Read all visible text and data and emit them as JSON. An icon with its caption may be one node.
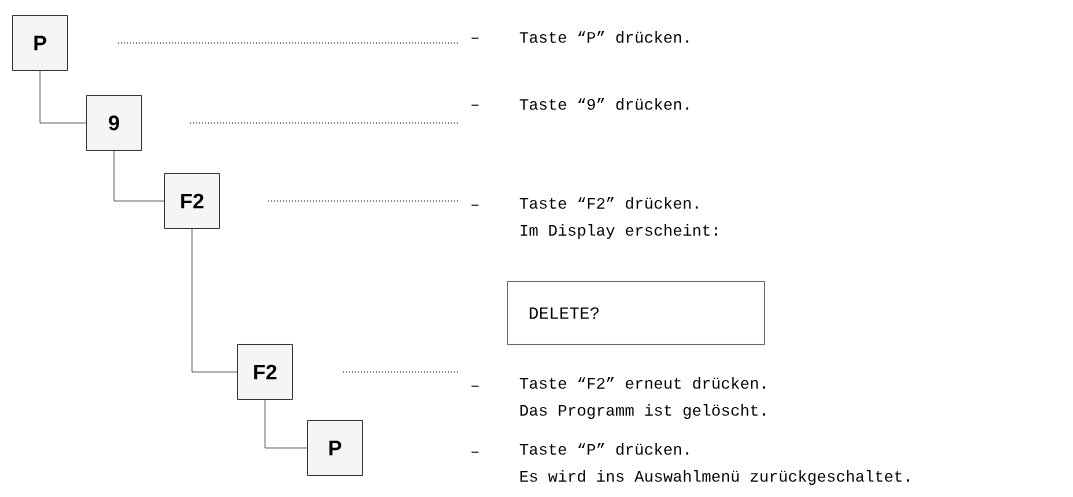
{
  "diagram": {
    "nodes": [
      {
        "text": [
          "P"
        ]
      },
      {
        "text": [
          "9"
        ]
      },
      {
        "text": [
          "F2"
        ]
      },
      {
        "text": [
          "F2"
        ]
      },
      {
        "text": [
          "P"
        ]
      },
      {
        "text": [
          "Taste “P” drücken."
        ]
      },
      {
        "text": [
          "Taste “9” drücken."
        ]
      },
      {
        "text": [
          "Taste “F2” drücken.",
          "Im Display erscheint:"
        ]
      },
      {
        "text": [
          "DELETE?"
        ]
      },
      {
        "text": [
          "Taste “F2” erneut drücken.",
          "Das Programm ist gelöscht."
        ]
      },
      {
        "text": [
          "Taste “P” drücken.",
          "Es wird ins Auswahlmenü zurückgeschaltet."
        ]
      }
    ],
    "edges": [
      {
        "from": 0,
        "to": 1,
        "arrow": "none"
      },
      {
        "from": 1,
        "to": 2,
        "arrow": "none"
      },
      {
        "from": 2,
        "to": 3,
        "arrow": "none"
      },
      {
        "from": 3,
        "to": 4,
        "arrow": "none"
      },
      {
        "from": 0,
        "to": 5,
        "arrow": "none",
        "style": "dashed"
      },
      {
        "from": 1,
        "to": 6,
        "arrow": "none",
        "style": "dashed"
      },
      {
        "from": 2,
        "to": 7,
        "arrow": "none",
        "style": "dashed"
      },
      {
        "from": 3,
        "to": 9,
        "arrow": "none",
        "style": "dashed"
      }
    ],
    "labels": [
      "–",
      "–",
      "–",
      "–",
      "–"
    ]
  }
}
